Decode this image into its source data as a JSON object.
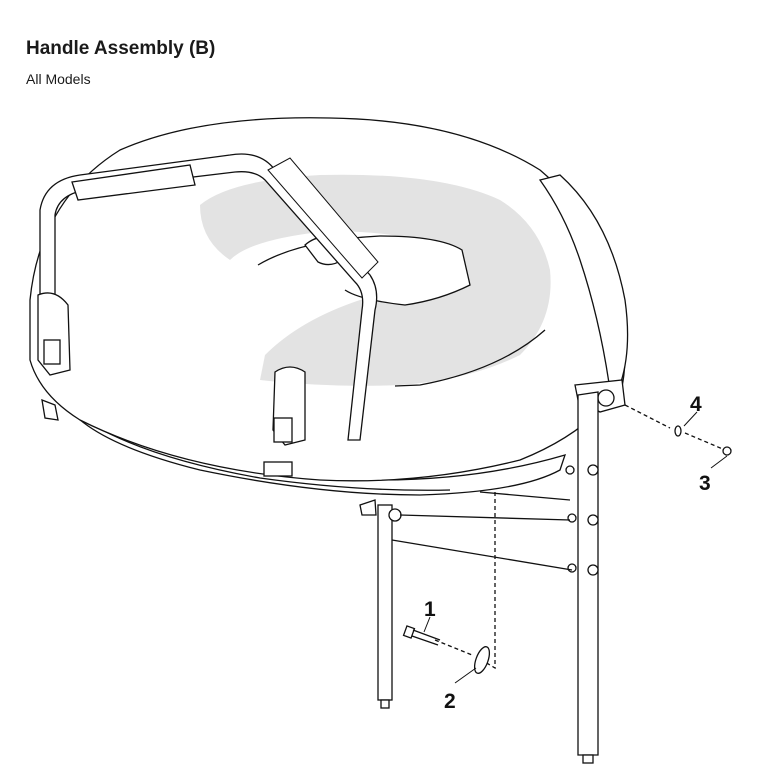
{
  "header": {
    "title": "Handle Assembly (B)",
    "subtitle": "All Models"
  },
  "diagram": {
    "callouts": [
      "1",
      "2",
      "3",
      "4"
    ]
  }
}
